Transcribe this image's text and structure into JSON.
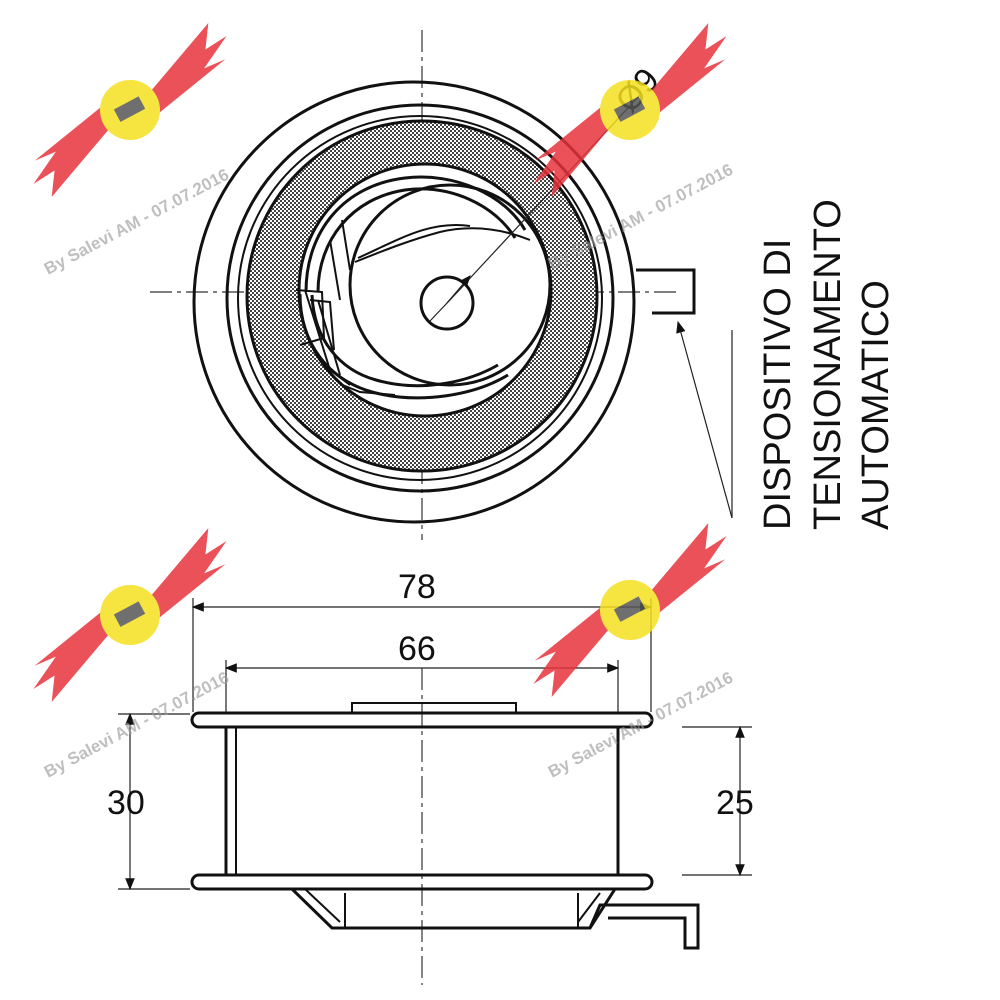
{
  "diagram": {
    "label_vertical": [
      "DISPOSITIVO DI",
      "TENSIONAMENTO",
      "AUTOMATICO"
    ],
    "diameter_label": "Ø9",
    "dims": {
      "outer_width": "78",
      "inner_width": "66",
      "overall_height": "30",
      "belt_height": "25"
    }
  },
  "watermark": {
    "text": "By Salevi AM - 07.07.2016",
    "colors": {
      "wing": "#e8323a",
      "badge": "#f5e01e"
    }
  }
}
